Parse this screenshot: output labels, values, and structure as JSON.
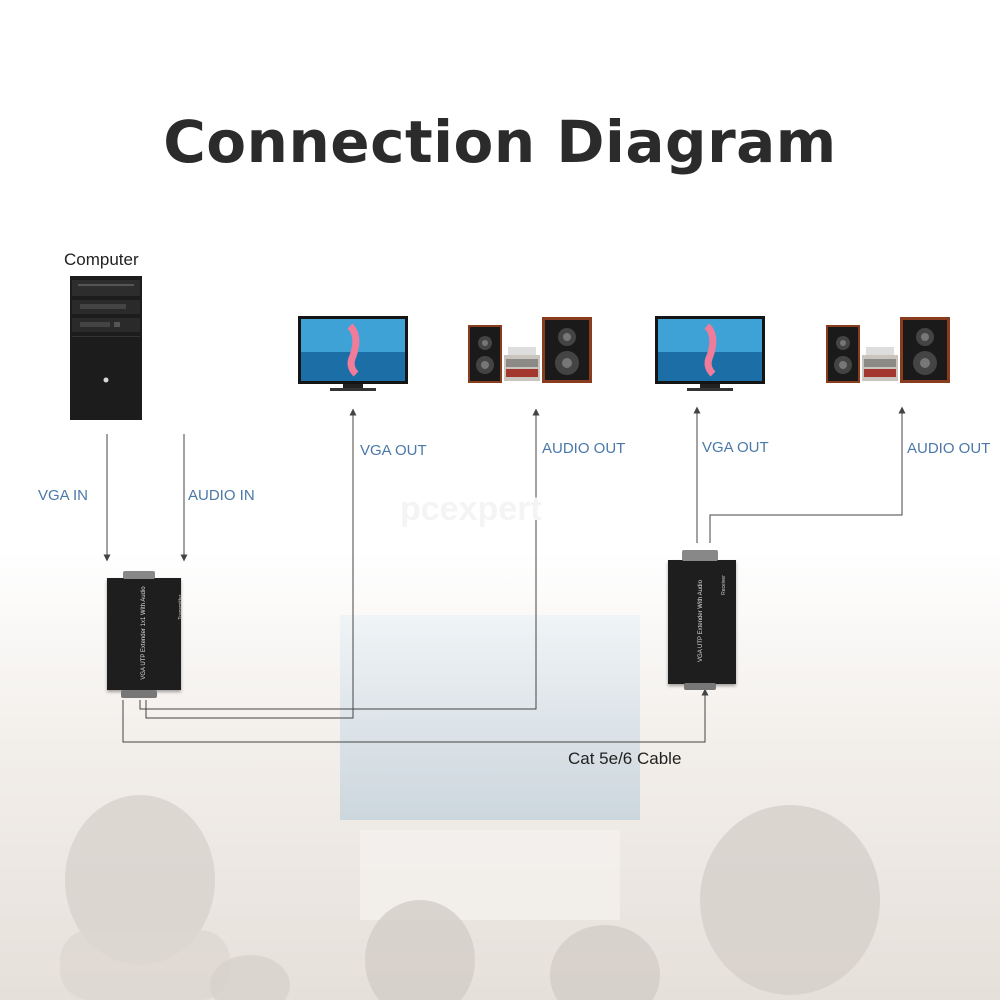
{
  "title": "Connection Diagram",
  "computer_label": "Computer",
  "labels": {
    "vga_in": "VGA IN",
    "audio_in": "AUDIO IN",
    "vga_out_1": "VGA OUT",
    "audio_out_1": "AUDIO OUT",
    "vga_out_2": "VGA OUT",
    "audio_out_2": "AUDIO OUT",
    "cable": "Cat 5e/6 Cable"
  },
  "devices": {
    "transmitter_text": "VGA UTP Extender 1x1 With Audio",
    "transmitter_tag": "Transmitter",
    "receiver_text": "VGA UTP Extender With Audio",
    "receiver_tag": "Receiver"
  },
  "watermark": "pcexpert",
  "colors": {
    "title": "#2b2b2b",
    "flow_label": "#4a78a8",
    "line": "#444444",
    "device": "#1e1e1e"
  }
}
